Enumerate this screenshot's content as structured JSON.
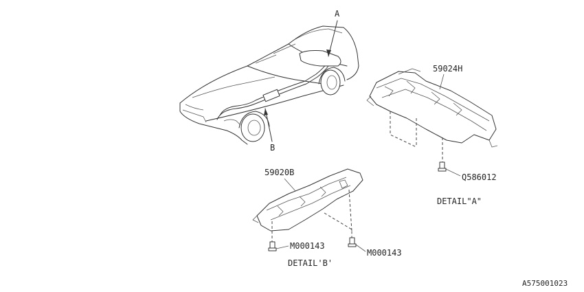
{
  "labels": {
    "callout_a": "A",
    "callout_b": "B",
    "part_heat_shield_upper": "59024H",
    "part_heat_shield_lower": "59020B",
    "bolt_a": "Q586012",
    "bolt_b_left": "M000143",
    "bolt_b_right": "M000143",
    "detail_a": "DETAIL\"A\"",
    "detail_b": "DETAIL'B'",
    "figure_id": "A575001023"
  }
}
